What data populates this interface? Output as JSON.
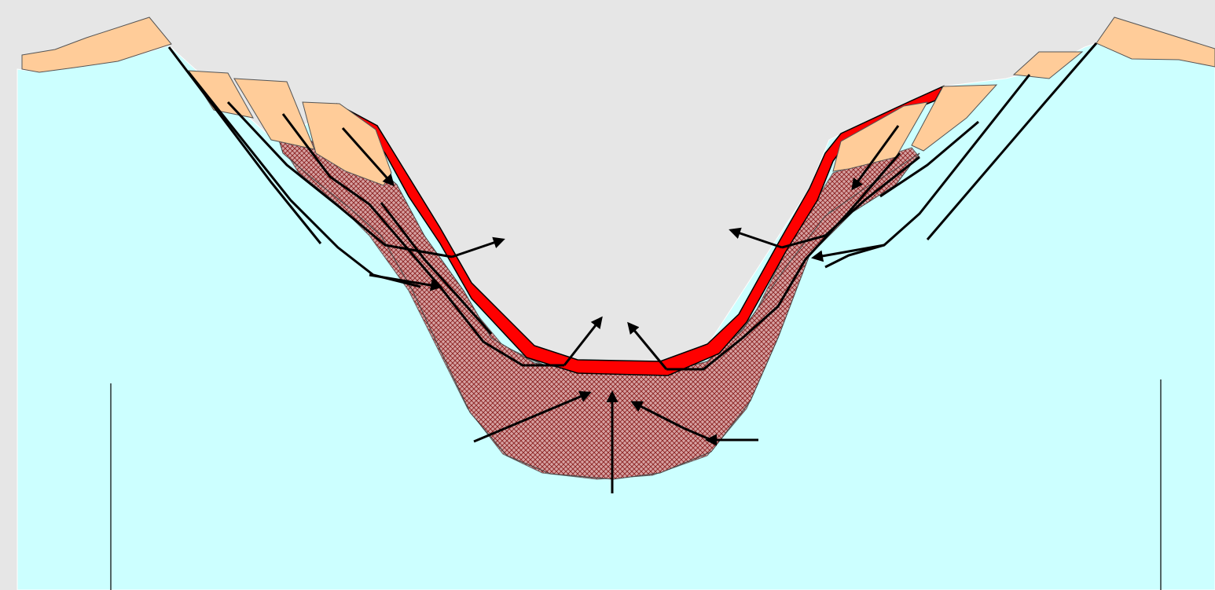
{
  "diagram": {
    "colors": {
      "sky": "#e6e6e6",
      "bedrock": "#ccffff",
      "fault_blocks": "#ffcc99",
      "weathered_zone": "#a05050",
      "weathered_hatch_bg": "#d8a8a8",
      "surface_layer": "#ff0000",
      "lines": "#000000"
    },
    "layers": [
      {
        "name": "bedrock",
        "fill": "bedrock"
      },
      {
        "name": "weathered-zone",
        "fill": "weathered_zone",
        "pattern": "cross-hatch"
      },
      {
        "name": "surface-layer",
        "fill": "surface_layer"
      },
      {
        "name": "fault-blocks",
        "fill": "fault_blocks"
      }
    ],
    "labels": []
  }
}
